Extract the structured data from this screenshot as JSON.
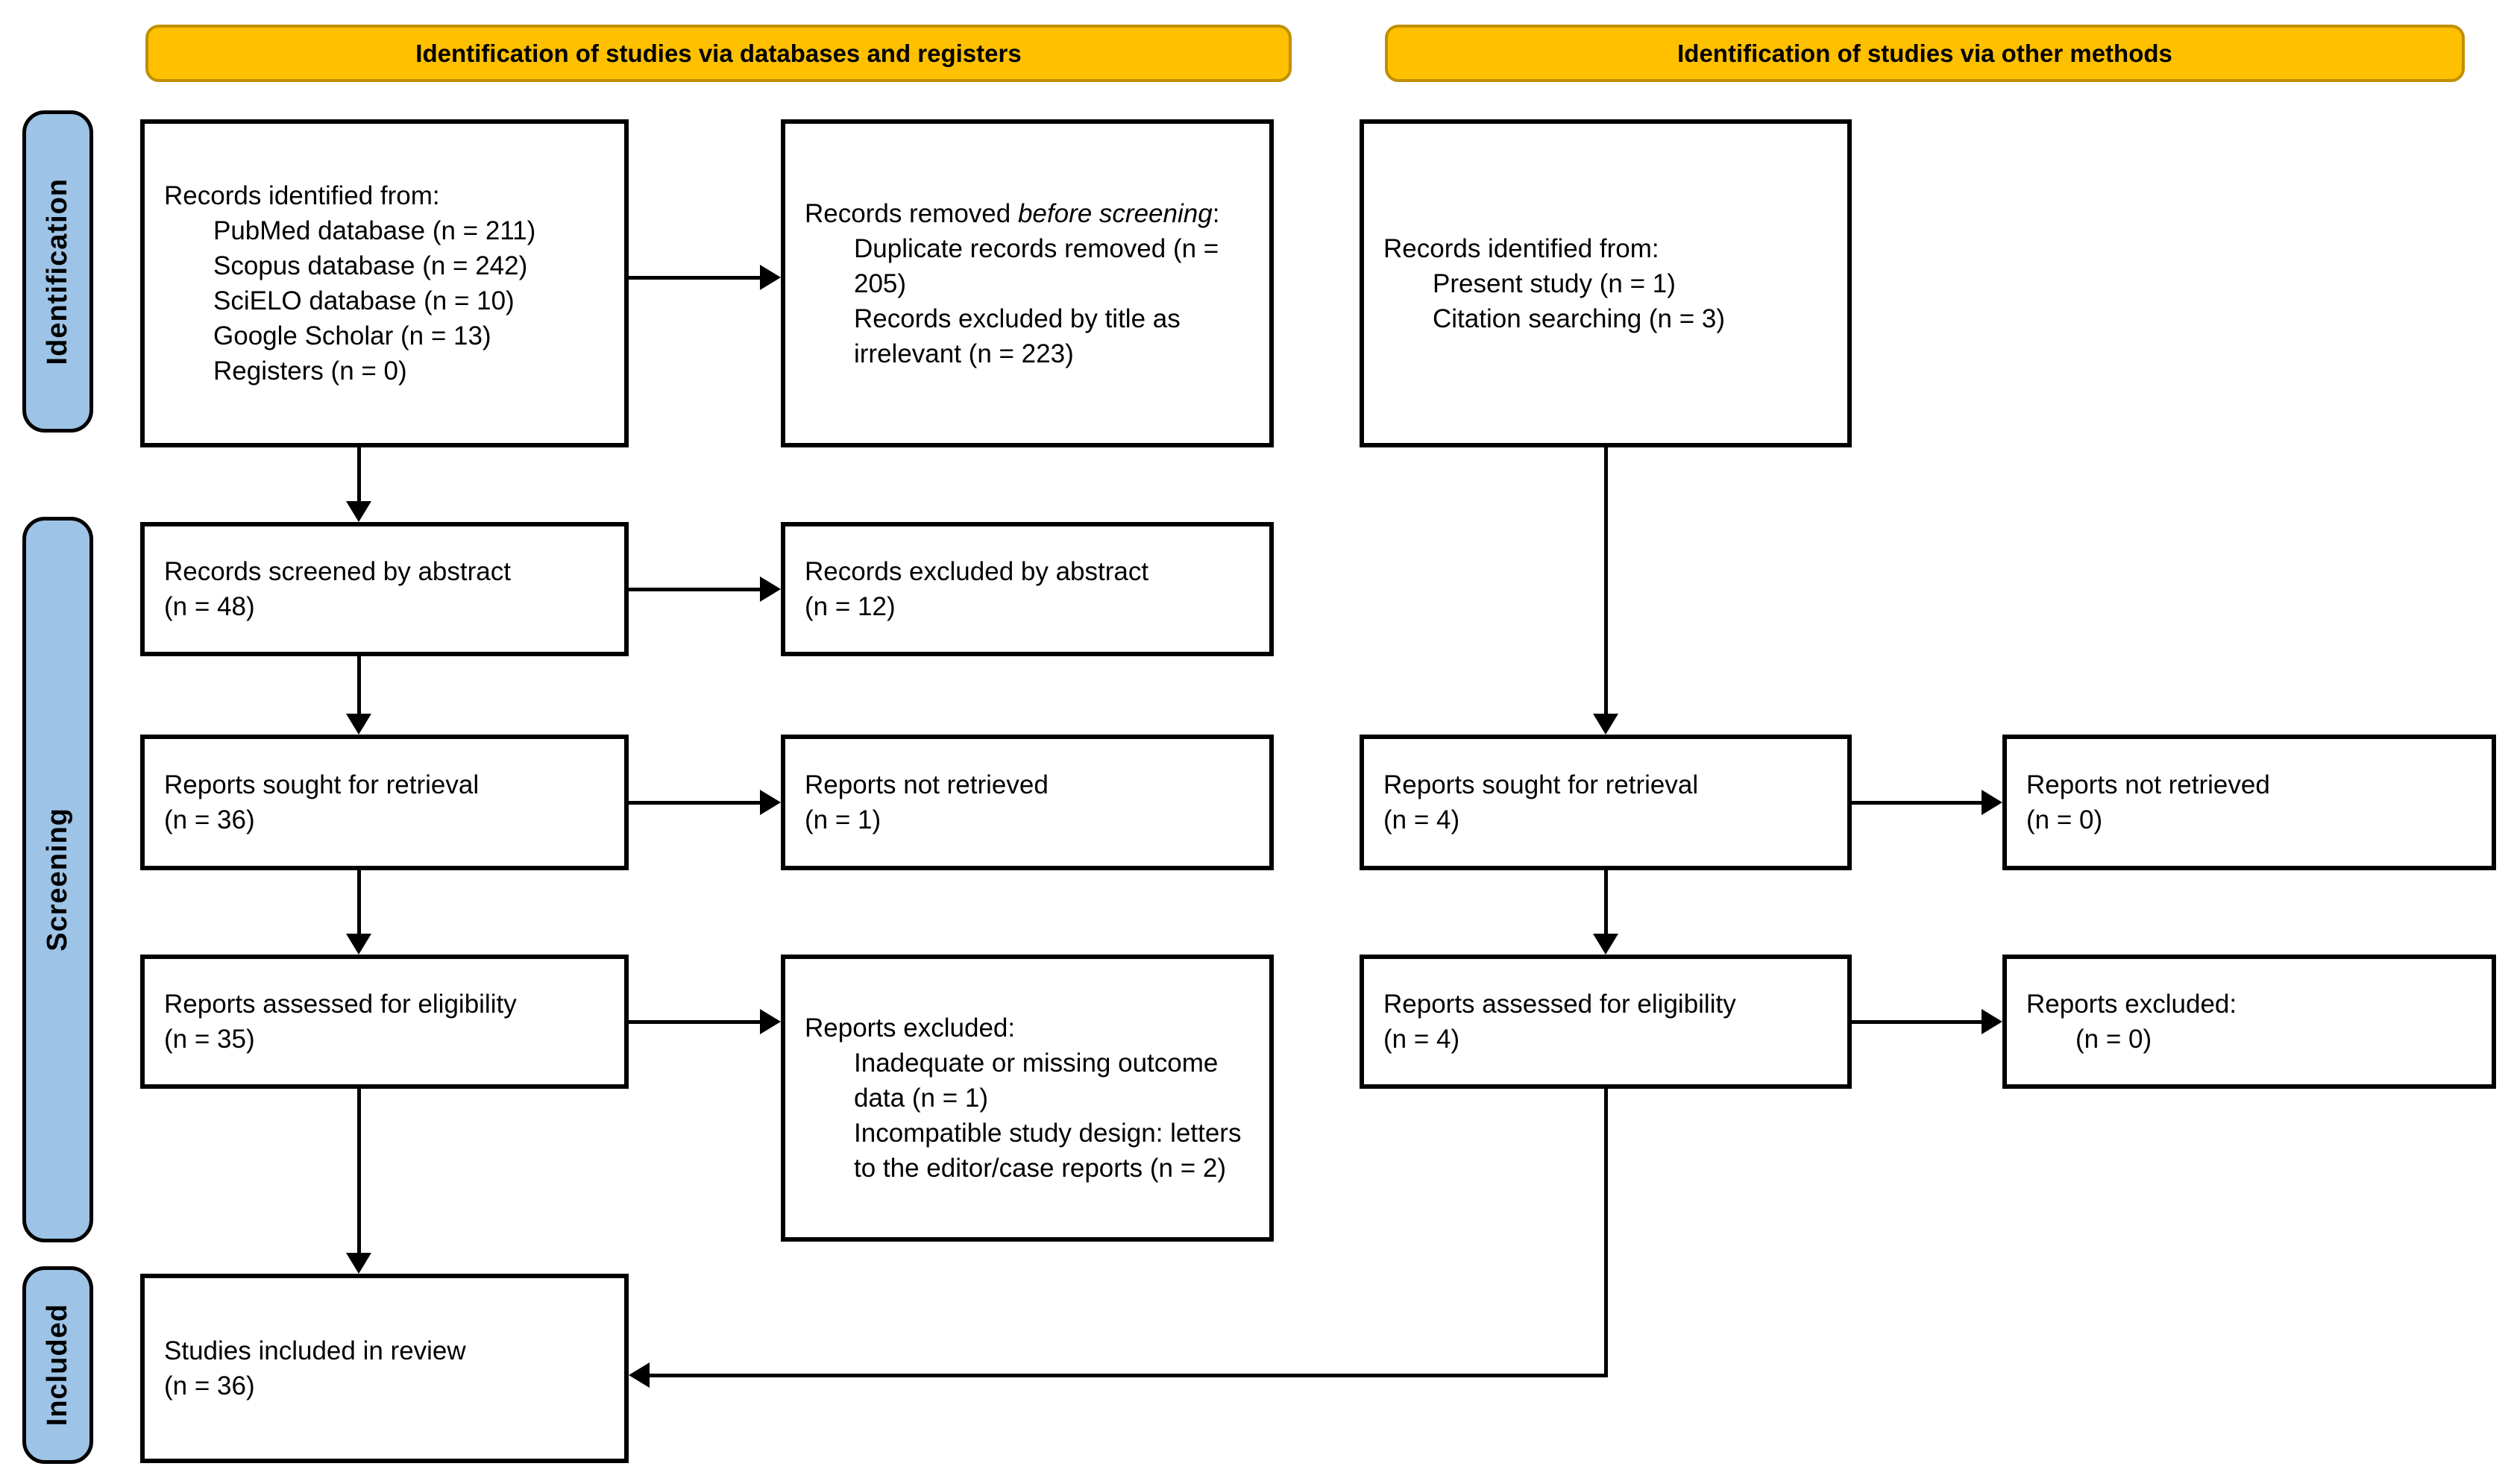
{
  "headers": {
    "left": "Identification of studies via databases and registers",
    "right": "Identification of studies via other methods"
  },
  "stages": {
    "identification": "Identification",
    "screening": "Screening",
    "included": "Included"
  },
  "left_flow": {
    "records_identified": {
      "intro": "Records identified from:",
      "sources": [
        "PubMed database (n = 211)",
        "Scopus database (n = 242)",
        "SciELO database (n = 10)",
        "Google Scholar (n = 13)",
        "Registers (n = 0)"
      ]
    },
    "records_removed": {
      "intro_prefix": "Records removed ",
      "intro_emphasis": "before screening",
      "intro_suffix": ":",
      "reasons": [
        "Duplicate records removed (n = 205)",
        "Records excluded by title as irrelevant (n = 223)"
      ]
    },
    "records_screened": {
      "label": "Records screened by abstract",
      "count": "(n = 48)"
    },
    "records_excluded_abstract": {
      "label": "Records excluded by abstract",
      "count": "(n = 12)"
    },
    "reports_sought": {
      "label": "Reports sought for retrieval",
      "count": "(n = 36)"
    },
    "reports_not_retrieved": {
      "label": "Reports not retrieved",
      "count": "(n = 1)"
    },
    "reports_assessed": {
      "label": "Reports assessed for eligibility",
      "count": "(n = 35)"
    },
    "reports_excluded": {
      "intro": "Reports excluded:",
      "reasons": [
        "Inadequate or missing outcome data (n = 1)",
        "Incompatible study design: letters to the editor/case reports (n = 2)"
      ]
    },
    "studies_included": {
      "label": "Studies included in review",
      "count": "(n = 36)"
    }
  },
  "right_flow": {
    "records_identified": {
      "intro": "Records identified from:",
      "sources": [
        "Present study (n = 1)",
        "Citation searching (n = 3)"
      ]
    },
    "reports_sought": {
      "label": "Reports sought for retrieval",
      "count": "(n = 4)"
    },
    "reports_not_retrieved": {
      "label": "Reports not retrieved",
      "count": "(n = 0)"
    },
    "reports_assessed": {
      "label": "Reports assessed for eligibility",
      "count": "(n = 4)"
    },
    "reports_excluded": {
      "intro": "Reports excluded:",
      "count": "(n = 0)"
    }
  },
  "colors": {
    "header_fill": "#FFC000",
    "header_border": "#BF9000",
    "stage_fill": "#9DC3E6",
    "stage_border": "#000000",
    "box_border": "#000000",
    "arrow": "#000000"
  }
}
